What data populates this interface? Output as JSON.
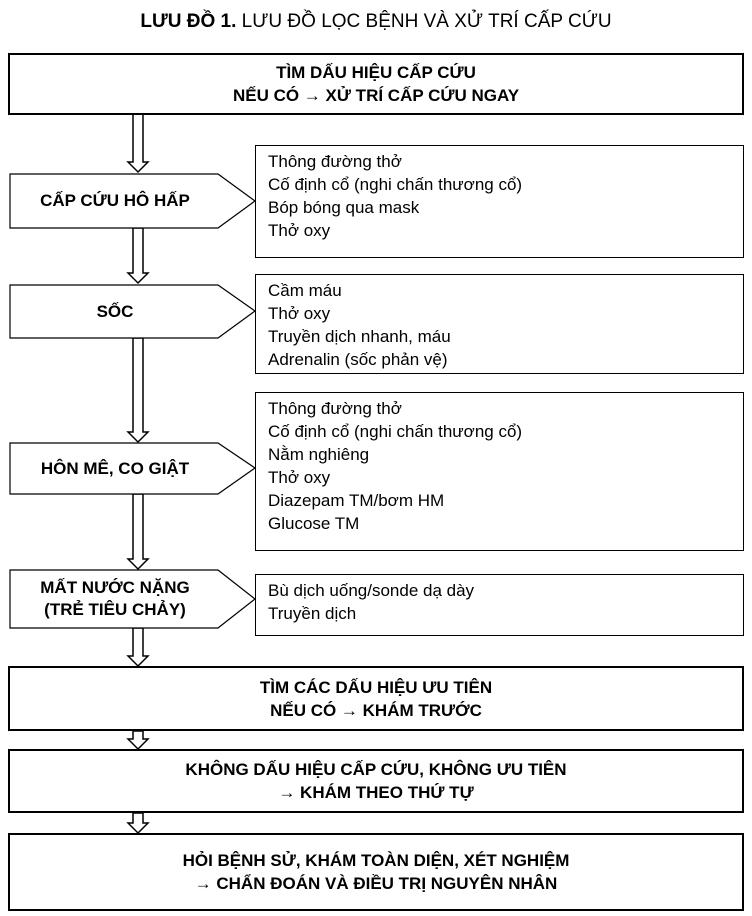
{
  "title": {
    "prefix": "LƯU ĐỒ 1.",
    "text": "LƯU ĐỒ LỌC BỆNH VÀ XỬ TRÍ CẤP CỨU"
  },
  "top_box": {
    "line1": "TÌM DẤU HIỆU CẤP CỨU",
    "line2": "NẾU CÓ → XỬ TRÍ CẤP CỨU NGAY"
  },
  "steps": [
    {
      "label": [
        "CẤP CỨU HÔ HẤP"
      ],
      "actions": [
        "Thông đường thở",
        "Cố định cổ (nghi chấn thương cổ)",
        "Bóp bóng qua mask",
        "Thở oxy"
      ]
    },
    {
      "label": [
        "SỐC"
      ],
      "actions": [
        "Cầm máu",
        "Thở oxy",
        "Truyền dịch nhanh, máu",
        "Adrenalin (sốc phản vệ)"
      ]
    },
    {
      "label": [
        "HÔN MÊ, CO GIẬT"
      ],
      "actions": [
        "Thông đường thở",
        "Cố định cổ (nghi chấn thương cổ)",
        "Nằm nghiêng",
        "Thở oxy",
        "Diazepam TM/bơm HM",
        "Glucose TM"
      ]
    },
    {
      "label": [
        "MẤT NƯỚC NẶNG",
        "(TRẺ TIÊU CHẢY)"
      ],
      "actions": [
        "Bù dịch uống/sonde dạ dày",
        "Truyền dịch"
      ]
    }
  ],
  "priority_box": {
    "line1": "TÌM CÁC DẤU HIỆU ƯU TIÊN",
    "line2": "NẾU CÓ → KHÁM TRƯỚC"
  },
  "no_sign_box": {
    "line1": "KHÔNG DẤU HIỆU CẤP CỨU, KHÔNG ƯU TIÊN",
    "line2": "→ KHÁM THEO THỨ TỰ"
  },
  "final_box": {
    "line1": "HỎI BỆNH SỬ, KHÁM TOÀN DIỆN, XÉT NGHIỆM",
    "line2": "→ CHẨN ĐOÁN VÀ ĐIỀU TRỊ NGUYÊN NHÂN"
  }
}
